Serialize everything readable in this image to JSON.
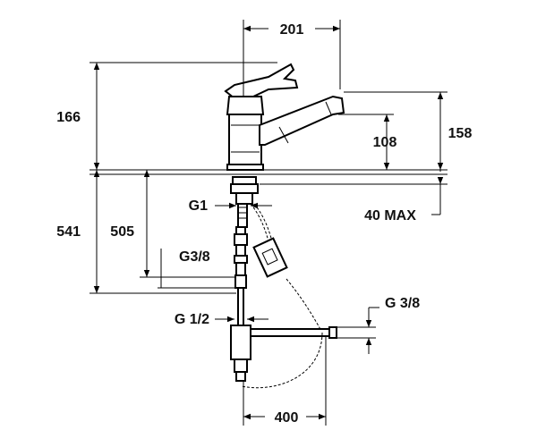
{
  "dimensions": {
    "spout_reach": "201",
    "total_height": "166",
    "spout_height_total": "158",
    "spout_outlet_height": "108",
    "shank_thread": "G1",
    "max_counter_thickness": "40 MAX",
    "hose_length": "541",
    "connector_length": "505",
    "inlet_thread_upper": "G3/8",
    "inlet_thread_lower": "G 1/2",
    "outlet_thread": "G 3/8",
    "pullout_reach": "400"
  }
}
